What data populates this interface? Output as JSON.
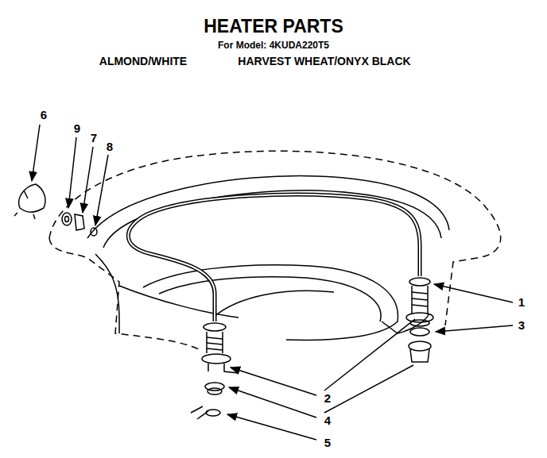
{
  "diagram": {
    "title": "HEATER PARTS",
    "labels": [
      "For Model: 4KUDA220T5",
      "ALMOND/WHITE",
      "HARVEST WHEAT/ONYX BLACK",
      "6",
      "9",
      "7",
      "8",
      "1",
      "3",
      "2",
      "4",
      "5"
    ]
  }
}
